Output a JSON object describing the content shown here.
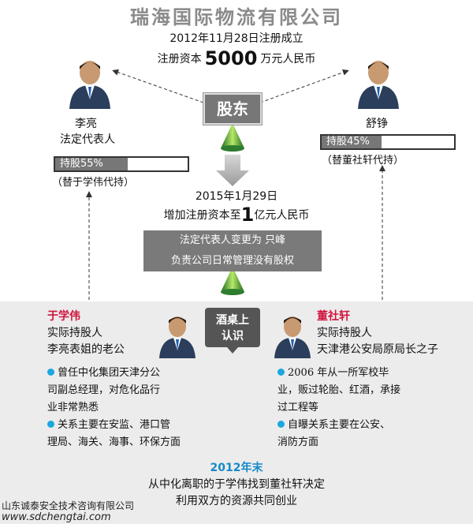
{
  "title": "瑞海国际物流有限公司",
  "founded": "2012年11月28日注册成立",
  "capital": {
    "prefix": "注册资本",
    "amount": "5000",
    "suffix": "万元人民币"
  },
  "shareholders_label": "股东",
  "left_person": {
    "name": "李亮",
    "role": "法定代表人",
    "share": "持股55%",
    "share_pct": 55,
    "note": "（替于学伟代持）"
  },
  "right_person": {
    "name": "舒铮",
    "share": "持股45%",
    "share_pct": 45,
    "note": "（替董社轩代持）"
  },
  "date_2015": "2015年1月29日",
  "capital_2015": {
    "prefix": "增加注册资本至",
    "amount": "1",
    "suffix": "亿元人民币"
  },
  "legal_change": [
    "法定代表人变更为 只峰",
    "负责公司日常管理没有股权"
  ],
  "banquet": [
    "酒桌上",
    "认识"
  ],
  "yu": {
    "name": "于学伟",
    "role": "实际持股人",
    "relation": "李亮表姐的老公",
    "bullets": [
      [
        "曾任中化集团天津分公",
        "司副总经理，对危化品行",
        "业非常熟悉"
      ],
      [
        "关系主要在安监、港口管",
        "理局、海关、海事、环保方面"
      ]
    ]
  },
  "dong": {
    "name": "董社轩",
    "role": "实际持股人",
    "relation": "天津港公安局原局长之子",
    "bullets": [
      [
        "2006 年从一所军校毕",
        "业，贩过轮胎、红酒，承接",
        "过工程等"
      ],
      [
        "自曝关系主要在公安、",
        "消防方面"
      ]
    ]
  },
  "year_end": "2012年末",
  "final": [
    "从中化离职的于学伟找到董社轩决定",
    "利用双方的资源共同创业"
  ],
  "footer": {
    "company": "山东诚泰安全技术咨询有限公司",
    "url": "www.sdchengtai.com"
  },
  "colors": {
    "accent_blue": "#1689c8",
    "accent_red": "#d0143c",
    "gray_box": "#777777",
    "panel_bg": "#ececec"
  }
}
